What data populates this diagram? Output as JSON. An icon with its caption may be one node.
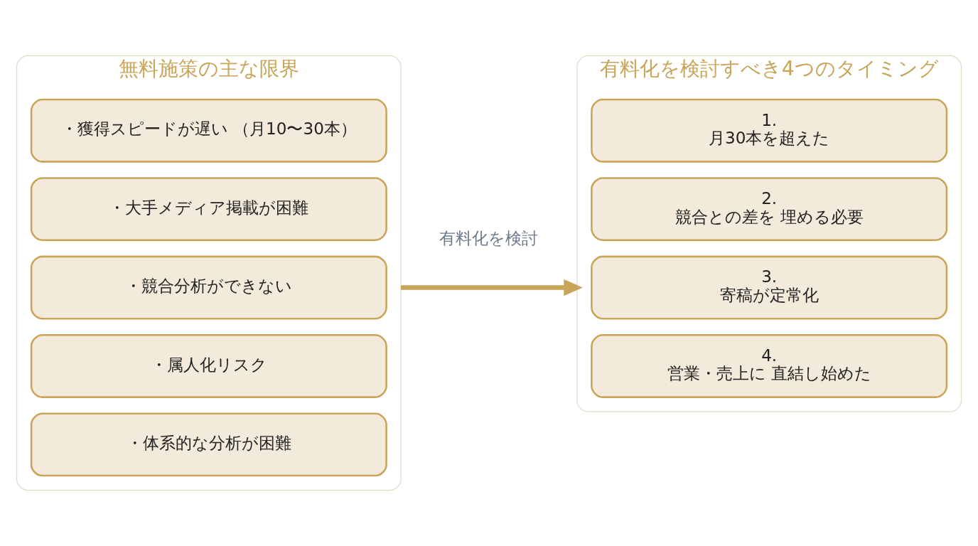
{
  "diagram": {
    "nodes": [
      {
        "text": [
          "無料施策の主な限界"
        ]
      },
      {
        "text": [
          "・獲得スピードが遅い （月10〜30本）"
        ],
        "in": 0
      },
      {
        "text": [
          "・大手メディア掲載が困難"
        ],
        "in": 0
      },
      {
        "text": [
          "・競合分析ができない"
        ],
        "in": 0
      },
      {
        "text": [
          "・属人化リスク"
        ],
        "in": 0
      },
      {
        "text": [
          "・体系的な分析が困難"
        ],
        "in": 0
      },
      {
        "text": [
          "有料化を検討すべき4つのタイミング"
        ]
      },
      {
        "text": [
          "1.",
          "月30本を超えた"
        ],
        "in": 6
      },
      {
        "text": [
          "2.",
          "競合との差を 埋める必要"
        ],
        "in": 6
      },
      {
        "text": [
          "3.",
          "寄稿が定常化"
        ],
        "in": 6
      },
      {
        "text": [
          "4.",
          "営業・売上に 直結し始めた"
        ],
        "in": 6
      }
    ],
    "edges": [
      {
        "from": 0,
        "to": 6,
        "arrow": "to",
        "label": "有料化を検討"
      }
    ]
  }
}
